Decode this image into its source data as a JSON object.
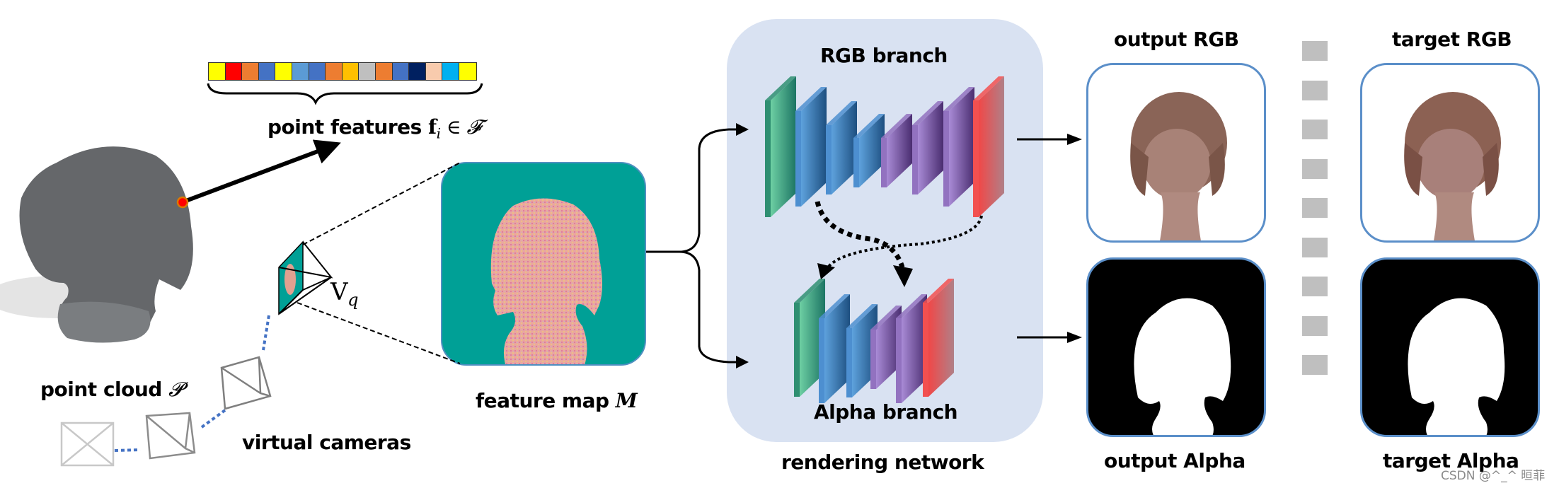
{
  "figure": {
    "type": "pipeline-diagram",
    "labels": {
      "point_features_prefix": "point features ",
      "point_features_symbol": "f",
      "point_features_subscript": "i",
      "point_features_relation": " ∈ ",
      "point_features_set": "𝓕",
      "point_cloud_prefix": "point cloud ",
      "point_cloud_symbol": "𝓟",
      "virtual_cameras": "virtual cameras",
      "camera_symbol": "V",
      "camera_subscript": "q",
      "feature_map_prefix": "feature map ",
      "feature_map_symbol": "M",
      "rgb_branch": "RGB branch",
      "alpha_branch": "Alpha branch",
      "rendering_network": "rendering network",
      "output_rgb": "output RGB",
      "output_alpha": "output Alpha",
      "target_rgb": "target RGB",
      "target_alpha": "target Alpha"
    },
    "feature_vector_colors": [
      "#ffff00",
      "#ff0000",
      "#ed7d31",
      "#4472c4",
      "#ffff00",
      "#5b9bd5",
      "#4472c4",
      "#ed7d31",
      "#ffc000",
      "#bfbfbf",
      "#ed7d31",
      "#4472c4",
      "#002060",
      "#f8cbad",
      "#00b0f0",
      "#ffff00"
    ],
    "colors": {
      "panel_bg": "#d9e2f2",
      "feature_map_bg": "#00a096",
      "image_border": "#5b8fc9",
      "separator": "#bfbfbf",
      "camera_link": "#4472c4",
      "layer_green": "#3fa88a",
      "layer_blue": "#3a7fc0",
      "layer_purple": "#8a62b0",
      "layer_red": "#e04a4a",
      "highlight_point": "#ff0000"
    },
    "rgb_branch_layers": [
      "green",
      "blue",
      "blue",
      "blue",
      "purple",
      "purple",
      "purple",
      "red"
    ],
    "alpha_branch_layers": [
      "green",
      "blue",
      "blue",
      "purple",
      "purple",
      "red"
    ],
    "separator_count": 9,
    "watermark": "CSDN @^_^ 晅菲"
  }
}
